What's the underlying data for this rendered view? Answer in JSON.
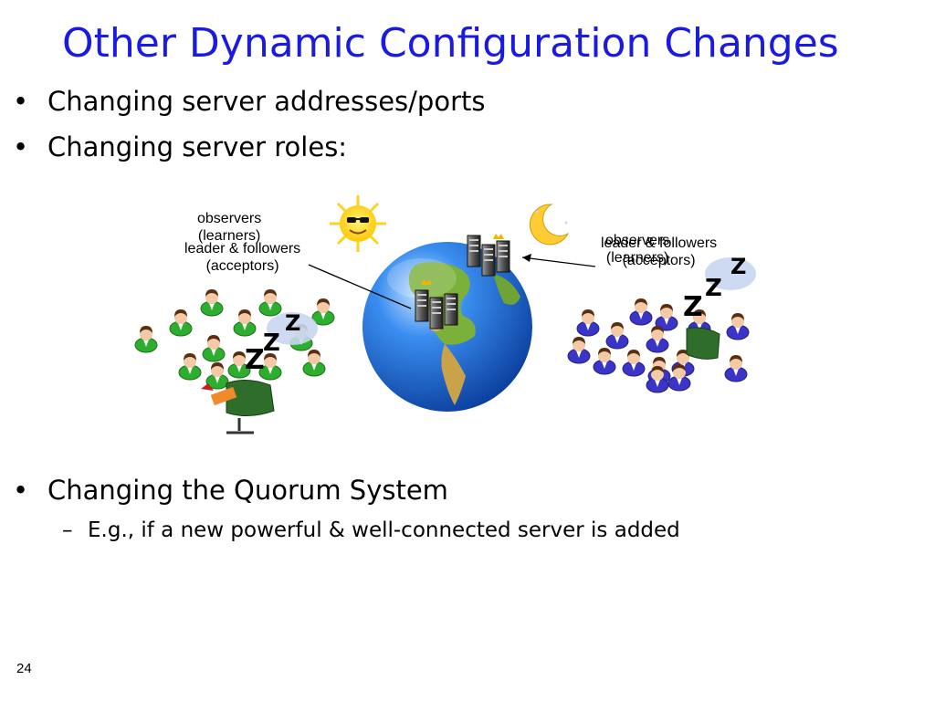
{
  "slide": {
    "title": "Other Dynamic Configuration Changes",
    "bullets": [
      "Changing server addresses/ports",
      "Changing server roles:",
      "Changing the Quorum System"
    ],
    "bullet_marker": "•",
    "sub_marker": "–",
    "sub_bullets": [
      "E.g., if a new powerful & well-connected server is added"
    ],
    "page_number": "24"
  },
  "diagram": {
    "left_labels": {
      "observers": "observers\n(learners)",
      "leaders": "leader & followers\n(acceptors)"
    },
    "right_labels": {
      "observers": "observers\n(learners)",
      "leaders": "leader & followers\n(acceptors)"
    },
    "sleep_letter": "Z",
    "icons": {
      "sun": "sun-with-sunglasses-icon",
      "moon": "crescent-moon-icon",
      "globe": "globe-icon",
      "servers": "server-rack-icon",
      "people": "user-icon",
      "sleeper": "sleeping-person-icon"
    },
    "colors": {
      "title": "#1a1ae0",
      "green_team": "#2eae2e",
      "purple_team": "#3a34c8",
      "globe_ocean": "#1f6fd8",
      "sun": "#ffd21f"
    }
  }
}
